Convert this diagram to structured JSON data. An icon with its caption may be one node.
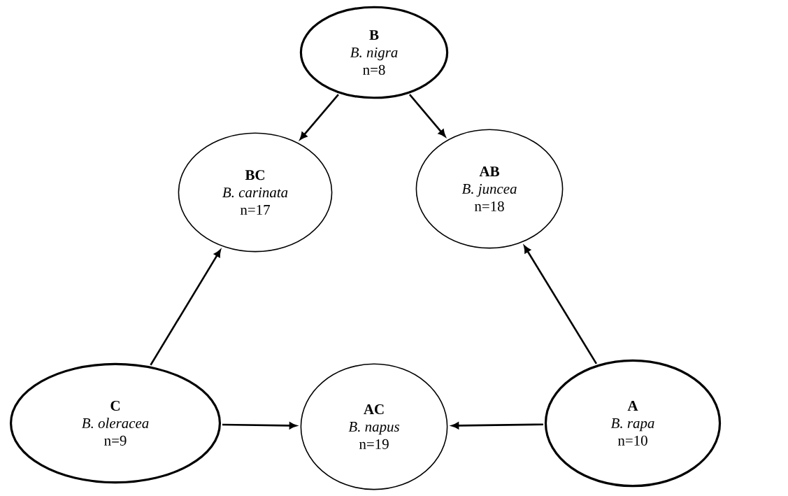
{
  "diagram": {
    "nodes": [
      {
        "text": [
          "B",
          "B. nigra",
          "n=8"
        ]
      },
      {
        "text": [
          "BC",
          "B. carinata",
          "n=17"
        ]
      },
      {
        "text": [
          "AB",
          "B. juncea",
          "n=18"
        ]
      },
      {
        "text": [
          "C",
          "B. oleracea",
          "n=9"
        ]
      },
      {
        "text": [
          "AC",
          "B. napus",
          "n=19"
        ]
      },
      {
        "text": [
          "A",
          "B. rapa",
          "n=10"
        ]
      }
    ],
    "edges": [
      {
        "from": 0,
        "to": 1,
        "arrow": "to"
      },
      {
        "from": 0,
        "to": 2,
        "arrow": "to"
      },
      {
        "from": 3,
        "to": 1,
        "arrow": "to"
      },
      {
        "from": 5,
        "to": 2,
        "arrow": "to"
      },
      {
        "from": 3,
        "to": 4,
        "arrow": "to"
      },
      {
        "from": 5,
        "to": 4,
        "arrow": "to"
      }
    ]
  }
}
